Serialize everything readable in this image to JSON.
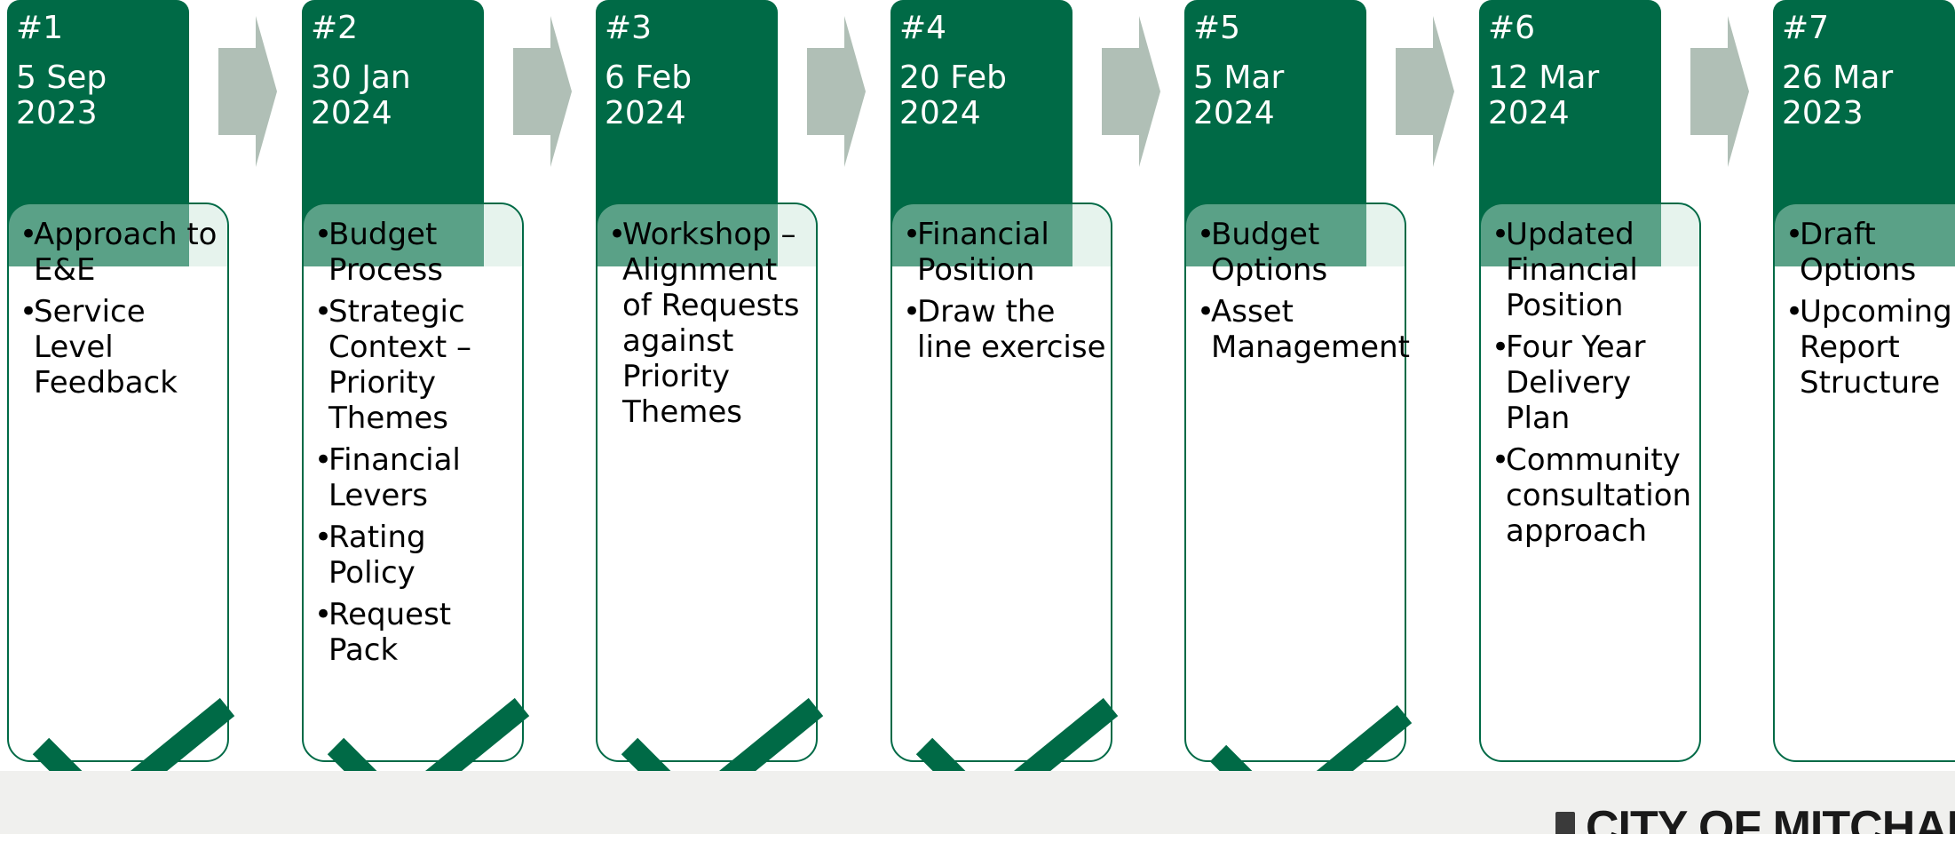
{
  "colors": {
    "header_green": "#006a46",
    "arrow_gray": "#b0bfb6",
    "check_green": "#006a46",
    "footer_bg": "#f0f0ee"
  },
  "stages": [
    {
      "number": "#1",
      "date": "5 Sep 2023",
      "items": [
        "Approach to E&E",
        "Service Level Feedback"
      ],
      "completed": true
    },
    {
      "number": "#2",
      "date": "30 Jan 2024",
      "items": [
        "Budget Process",
        "Strategic Context – Priority Themes",
        "Financial Levers",
        "Rating Policy",
        "Request Pack"
      ],
      "completed": true
    },
    {
      "number": "#3",
      "date": "6 Feb 2024",
      "items": [
        "Workshop – Alignment of Requests against Priority Themes"
      ],
      "completed": true
    },
    {
      "number": "#4",
      "date": "20 Feb 2024",
      "items": [
        "Financial Position",
        "Draw the line exercise"
      ],
      "completed": true
    },
    {
      "number": "#5",
      "date": "5 Mar 2024",
      "items": [
        "Budget Options",
        "Asset Management"
      ],
      "completed": true
    },
    {
      "number": "#6",
      "date": "12 Mar 2024",
      "items": [
        "Updated Financial Position",
        "Four Year Delivery Plan",
        "Community consultation approach"
      ],
      "completed": false
    },
    {
      "number": "#7",
      "date": "26 Mar 2023",
      "items": [
        "Draft Options",
        "Upcoming Report Structure"
      ],
      "completed": false
    }
  ],
  "footer": {
    "logo_text": "CITY OF MITCHAM",
    "logo_icon": "city-crest-icon"
  }
}
